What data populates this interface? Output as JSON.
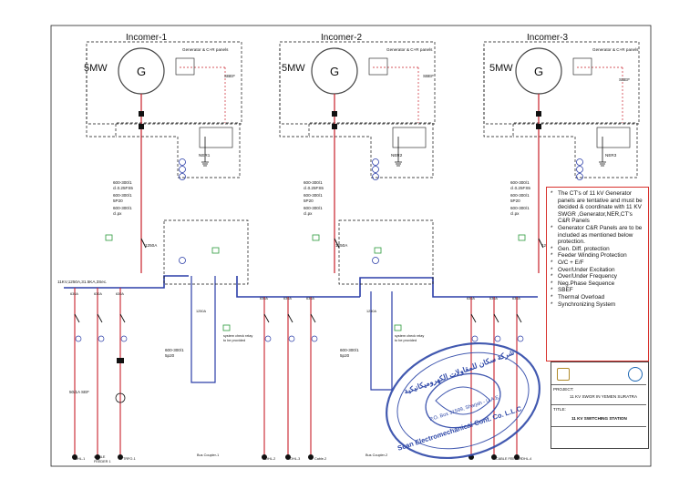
{
  "incomers": [
    {
      "title": "Incomer-1",
      "capacity": "5MW",
      "generator": "G",
      "panel_label": "Generator & C+R panels",
      "sbef": "SBEF",
      "ner": "NER1"
    },
    {
      "title": "Incomer-2",
      "capacity": "5MW",
      "generator": "G",
      "panel_label": "Generator & C+R panels",
      "sbef": "SBEF",
      "ner": "NER2"
    },
    {
      "title": "Incomer-3",
      "capacity": "5MW",
      "generator": "G",
      "panel_label": "Generator & C+R panels",
      "sbef": "SBEF",
      "ner": "NER3"
    }
  ],
  "ct_labels": {
    "ct1": "600-300/1 cl.0.25FS5",
    "ct2": "600-300/1 5P20",
    "ct3": "600-300/1 cl.px"
  },
  "breaker_rating": "1250A",
  "bus_label": "11KV,1250A,31.5KA,3Sec.",
  "feeder_rating": "630A",
  "bus_coupler_ct": "600-300/1 5p20",
  "note_small": "system check relay to be provided",
  "coupler_labels": [
    "Bus Coupler-1",
    "Bus Coupler-2"
  ],
  "feeder_labels": [
    "OHL-1",
    "CABLE FEEDER 1",
    "TRFO-1",
    "OHL-2",
    "OHL-3",
    "Cable-2",
    "CABLE FEEDER",
    "OHL-4"
  ],
  "earth_fault": "50/1A SEF",
  "notes": [
    "The CT's of 11 kV Generator panels are tentative and must be decided & coordinate with 11 KV SWGR ,Generator,NER,CT's C&R Panels",
    "Generator C&R Panels are to be included as mentioned below protection.",
    "Gen. Diff. protection",
    "Feeder Winding Protection",
    "O/C + E/F",
    "Over/Under Excitation",
    "Over/Under Frequency",
    "Neg.Phase Sequence",
    "SBEF",
    "Thermal Overload",
    "Synchronizing System"
  ],
  "title_block": {
    "project_label": "PROJECT:",
    "project": "11 KV SWGR IN YEMEN SURATRA",
    "title_label": "TITLE:",
    "title": "11 KV SWITCHING STATION"
  },
  "stamp": {
    "text_top": "شركة سكان للمقاولات الكهروميكانيكية",
    "text_bottom": "Scan Electromechanical Cont. Co. L.L.C",
    "po_box": "P.O. Box 31599, Sharjah - U.A.E"
  },
  "colors": {
    "bus": "#2b3ea8",
    "feeder": "#c8202a",
    "outline": "#111111",
    "stamp": "#2e48a8",
    "note_border": "#d8312c"
  }
}
